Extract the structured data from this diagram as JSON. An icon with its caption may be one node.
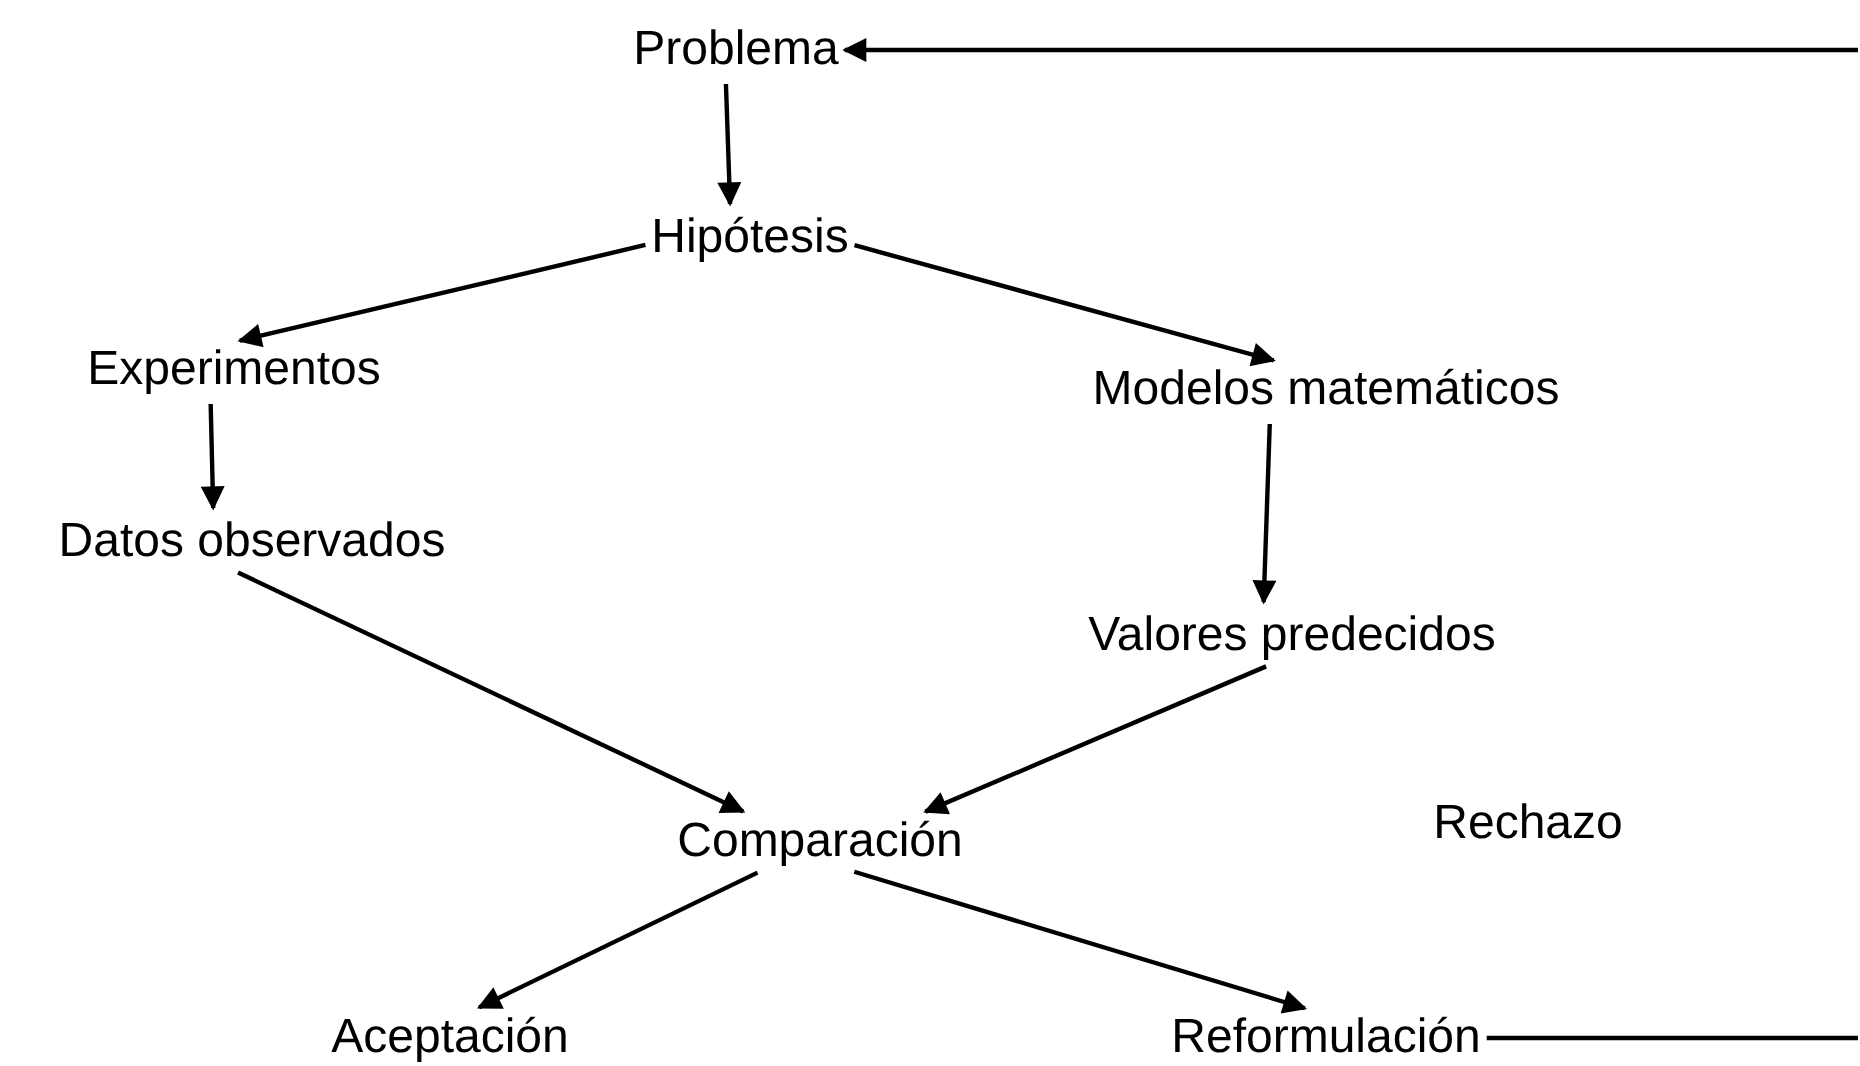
{
  "diagram": {
    "nodes": [
      {
        "text": [
          "Problema"
        ]
      },
      {
        "text": [
          "Hipótesis"
        ]
      },
      {
        "text": [
          "Experimentos"
        ]
      },
      {
        "text": [
          "Modelos matemáticos"
        ]
      },
      {
        "text": [
          "Datos observados"
        ]
      },
      {
        "text": [
          "Valores predecidos"
        ]
      },
      {
        "text": [
          "Comparación"
        ]
      },
      {
        "text": [
          "Aceptación"
        ]
      },
      {
        "text": [
          "Reformulación"
        ]
      }
    ],
    "edges": [
      {
        "from": 0,
        "to": 1,
        "arrow": "to"
      },
      {
        "from": 1,
        "to": 2,
        "arrow": "to"
      },
      {
        "from": 1,
        "to": 3,
        "arrow": "to"
      },
      {
        "from": 2,
        "to": 4,
        "arrow": "to"
      },
      {
        "from": 3,
        "to": 5,
        "arrow": "to"
      },
      {
        "from": 4,
        "to": 6,
        "arrow": "to"
      },
      {
        "from": 5,
        "to": 6,
        "arrow": "to"
      },
      {
        "from": 6,
        "to": 7,
        "arrow": "to"
      },
      {
        "from": 6,
        "to": 8,
        "arrow": "to"
      },
      {
        "from": 8,
        "to": null,
        "arrow": "none"
      },
      {
        "from": null,
        "to": 0,
        "arrow": "to"
      }
    ],
    "labels": [
      "Rechazo"
    ]
  }
}
